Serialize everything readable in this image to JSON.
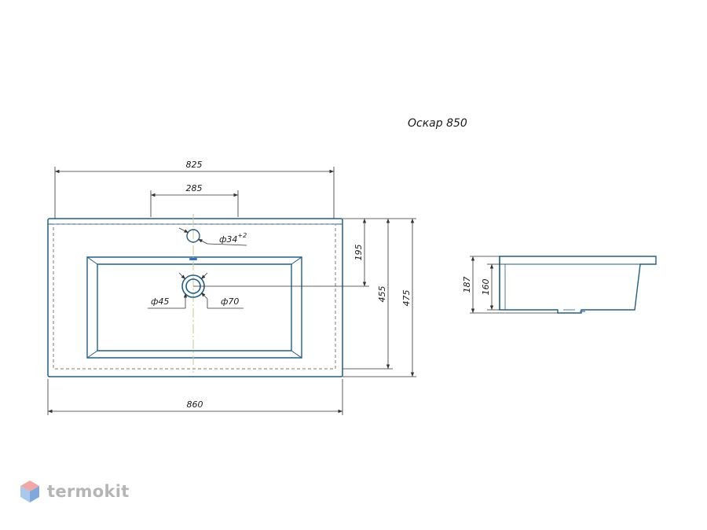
{
  "title": "Оскар 850",
  "top_view": {
    "width_total": "860",
    "width_inner": "825",
    "tap_spacing": "285",
    "tap_hole": "ф34",
    "tap_hole_sup": "+2",
    "depth_tap": "195",
    "depth_inner": "455",
    "depth_total": "475",
    "drain_inner": "ф45",
    "drain_outer": "ф70"
  },
  "side_view": {
    "height_total": "187",
    "height_bowl": "160"
  },
  "brand": {
    "name": "termokit",
    "colors": {
      "top": "#f1a7a4",
      "left": "#a9c8ec",
      "right": "#7ea8de"
    }
  },
  "colors": {
    "outline": "#1f5f8c",
    "dimension": "#333333",
    "hidden": "#7a7a7a",
    "centerline": "#c9c98a",
    "accent": "#2f6fd1"
  }
}
